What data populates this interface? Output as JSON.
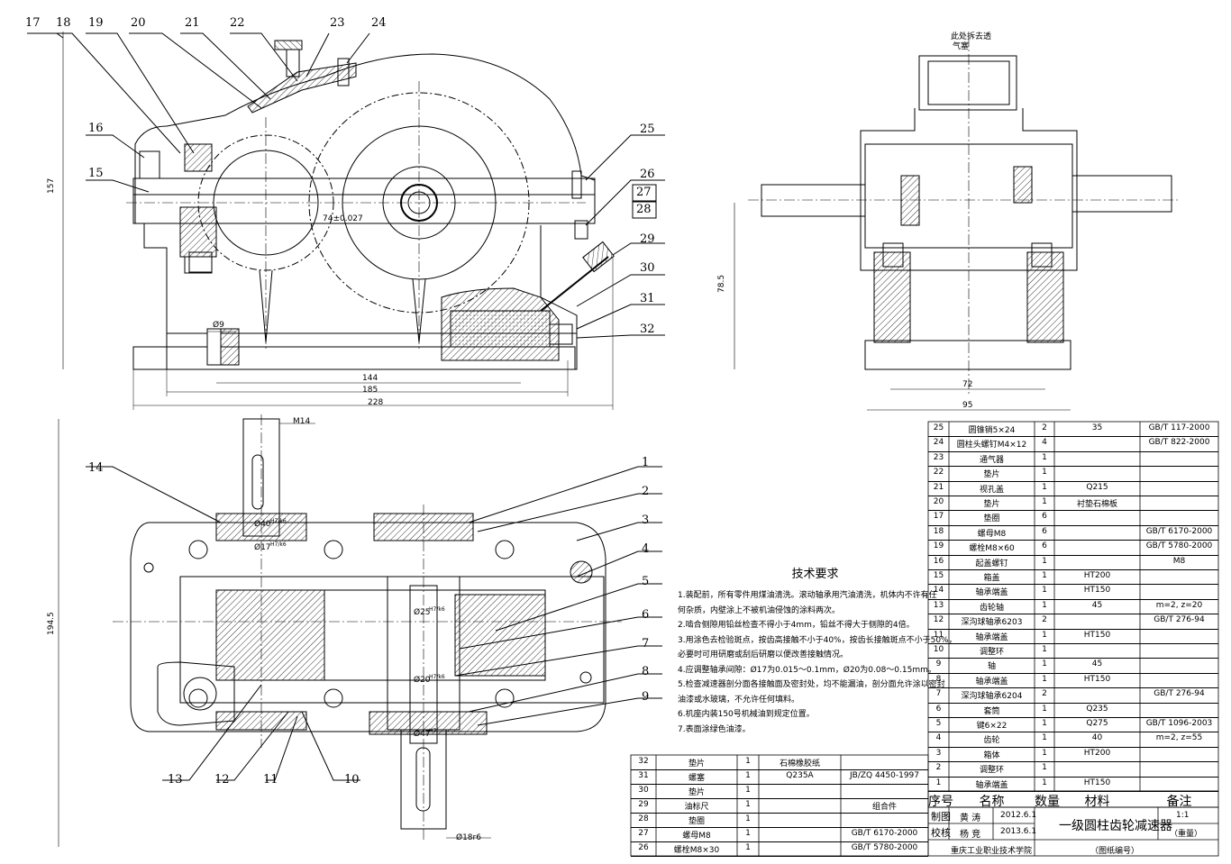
{
  "balloons": {
    "top_row": [
      "17",
      "18",
      "19",
      "20",
      "21",
      "22",
      "23",
      "24"
    ],
    "right_front": [
      "25",
      "26",
      "27",
      "28",
      "29",
      "30",
      "31",
      "32"
    ],
    "left_front": [
      "16",
      "15"
    ],
    "plan_left": [
      "14"
    ],
    "plan_bottom": [
      "13",
      "12",
      "11",
      "10"
    ],
    "plan_right": [
      "1",
      "2",
      "3",
      "4",
      "5",
      "6",
      "7",
      "8",
      "9"
    ]
  },
  "dims": {
    "d157": "157",
    "d74": "74±0.027",
    "d9a": "Ø9",
    "d144": "144",
    "d185": "185",
    "d228": "228",
    "d785": "78.5",
    "d72": "72",
    "d95": "95",
    "d1945": "194.5",
    "m14": "M14",
    "d40": "Ø40",
    "d40tol": "H7/k6",
    "d17": "Ø17",
    "d17tol": "H7/k6",
    "d25": "Ø25",
    "d25tol": "H7/k6",
    "d20": "Ø20",
    "d20tol": "H7/k6",
    "d47": "Ø47",
    "d47tol": "H7",
    "d18": "Ø18r6"
  },
  "side_note": [
    "此处拆去透",
    "气塞"
  ],
  "tech": {
    "title": "技术要求",
    "lines": [
      "1.装配前，所有零件用煤油清洗。滚动轴承用汽油清洗，机体内不许有任",
      "何杂质，内壁涂上不被机油侵蚀的涂料两次。",
      "2.啮合侧隙用铅丝检查不得小于4mm，铅丝不得大于侧隙的4倍。",
      "3.用涂色去检验斑点，按齿高接触不小于40%，按齿长接触斑点不小于50%，",
      "必要时可用研磨或刮后研磨以便改善接触情况。",
      "4.应调整轴承间隙：Ø17为0.015～0.1mm，Ø20为0.08～0.15mm。",
      "5.检查减速器剖分面各接触面及密封处，均不能漏油，剖分面允许涂以密封",
      "油漆或水玻璃，不允许任何填料。",
      "6.机座内装150号机械油到规定位置。",
      "7.表面涂绿色油漆。"
    ]
  },
  "bom_upper": [
    [
      "25",
      "圆锥销5×24",
      "2",
      "35",
      "GB/T 117-2000"
    ],
    [
      "24",
      "圆柱头螺钉M4×12",
      "4",
      "",
      "GB/T 822-2000"
    ],
    [
      "23",
      "通气器",
      "1",
      "",
      ""
    ],
    [
      "22",
      "垫片",
      "1",
      "",
      ""
    ],
    [
      "21",
      "视孔盖",
      "1",
      "Q215",
      ""
    ],
    [
      "20",
      "垫片",
      "1",
      "衬垫石棉板",
      ""
    ],
    [
      "17",
      "垫圈",
      "6",
      "",
      ""
    ],
    [
      "18",
      "螺母M8",
      "6",
      "",
      "GB/T 6170-2000"
    ],
    [
      "19",
      "螺栓M8×60",
      "6",
      "",
      "GB/T 5780-2000"
    ],
    [
      "16",
      "起盖螺钉",
      "1",
      "",
      "M8"
    ],
    [
      "15",
      "箱盖",
      "1",
      "HT200",
      ""
    ],
    [
      "14",
      "轴承端盖",
      "1",
      "HT150",
      ""
    ],
    [
      "13",
      "齿轮轴",
      "1",
      "45",
      "m=2, z=20"
    ],
    [
      "12",
      "深沟球轴承6203",
      "2",
      "",
      "GB/T 276-94"
    ],
    [
      "11",
      "轴承端盖",
      "1",
      "HT150",
      ""
    ],
    [
      "10",
      "调整环",
      "1",
      "",
      ""
    ],
    [
      "9",
      "轴",
      "1",
      "45",
      ""
    ],
    [
      "8",
      "轴承端盖",
      "1",
      "HT150",
      ""
    ],
    [
      "7",
      "深沟球轴承6204",
      "2",
      "",
      "GB/T 276-94"
    ],
    [
      "6",
      "套筒",
      "1",
      "Q235",
      ""
    ],
    [
      "5",
      "键6×22",
      "1",
      "Q275",
      "GB/T 1096-2003"
    ],
    [
      "4",
      "齿轮",
      "1",
      "40",
      "m=2, z=55"
    ],
    [
      "3",
      "箱体",
      "1",
      "HT200",
      ""
    ],
    [
      "2",
      "调整环",
      "1",
      "",
      ""
    ],
    [
      "1",
      "轴承端盖",
      "1",
      "HT150",
      ""
    ]
  ],
  "bom_header": [
    "序号",
    "名称",
    "数量",
    "材料",
    "备注"
  ],
  "bom_lower": [
    [
      "32",
      "垫片",
      "1",
      "石棉橡胶纸",
      ""
    ],
    [
      "31",
      "螺塞",
      "1",
      "Q235A",
      "JB/ZQ 4450-1997"
    ],
    [
      "30",
      "垫片",
      "1",
      "",
      ""
    ],
    [
      "29",
      "油标尺",
      "1",
      "",
      "组合件"
    ],
    [
      "28",
      "垫圈",
      "1",
      "",
      ""
    ],
    [
      "27",
      "螺母M8",
      "1",
      "",
      "GB/T 6170-2000"
    ],
    [
      "26",
      "螺栓M8×30",
      "1",
      "",
      "GB/T 5780-2000"
    ]
  ],
  "title_block": {
    "draw_label": "制图",
    "draw_name": "黄 涛",
    "draw_date": "2012.6.1",
    "check_label": "校核",
    "check_name": "杨 竞",
    "check_date": "2013.6.1",
    "title": "一级圆柱齿轮减速器",
    "scale": "1:1",
    "weight": "（重量）",
    "school": "重庆工业职业技术学院",
    "drawing_no": "（图纸编号）"
  }
}
